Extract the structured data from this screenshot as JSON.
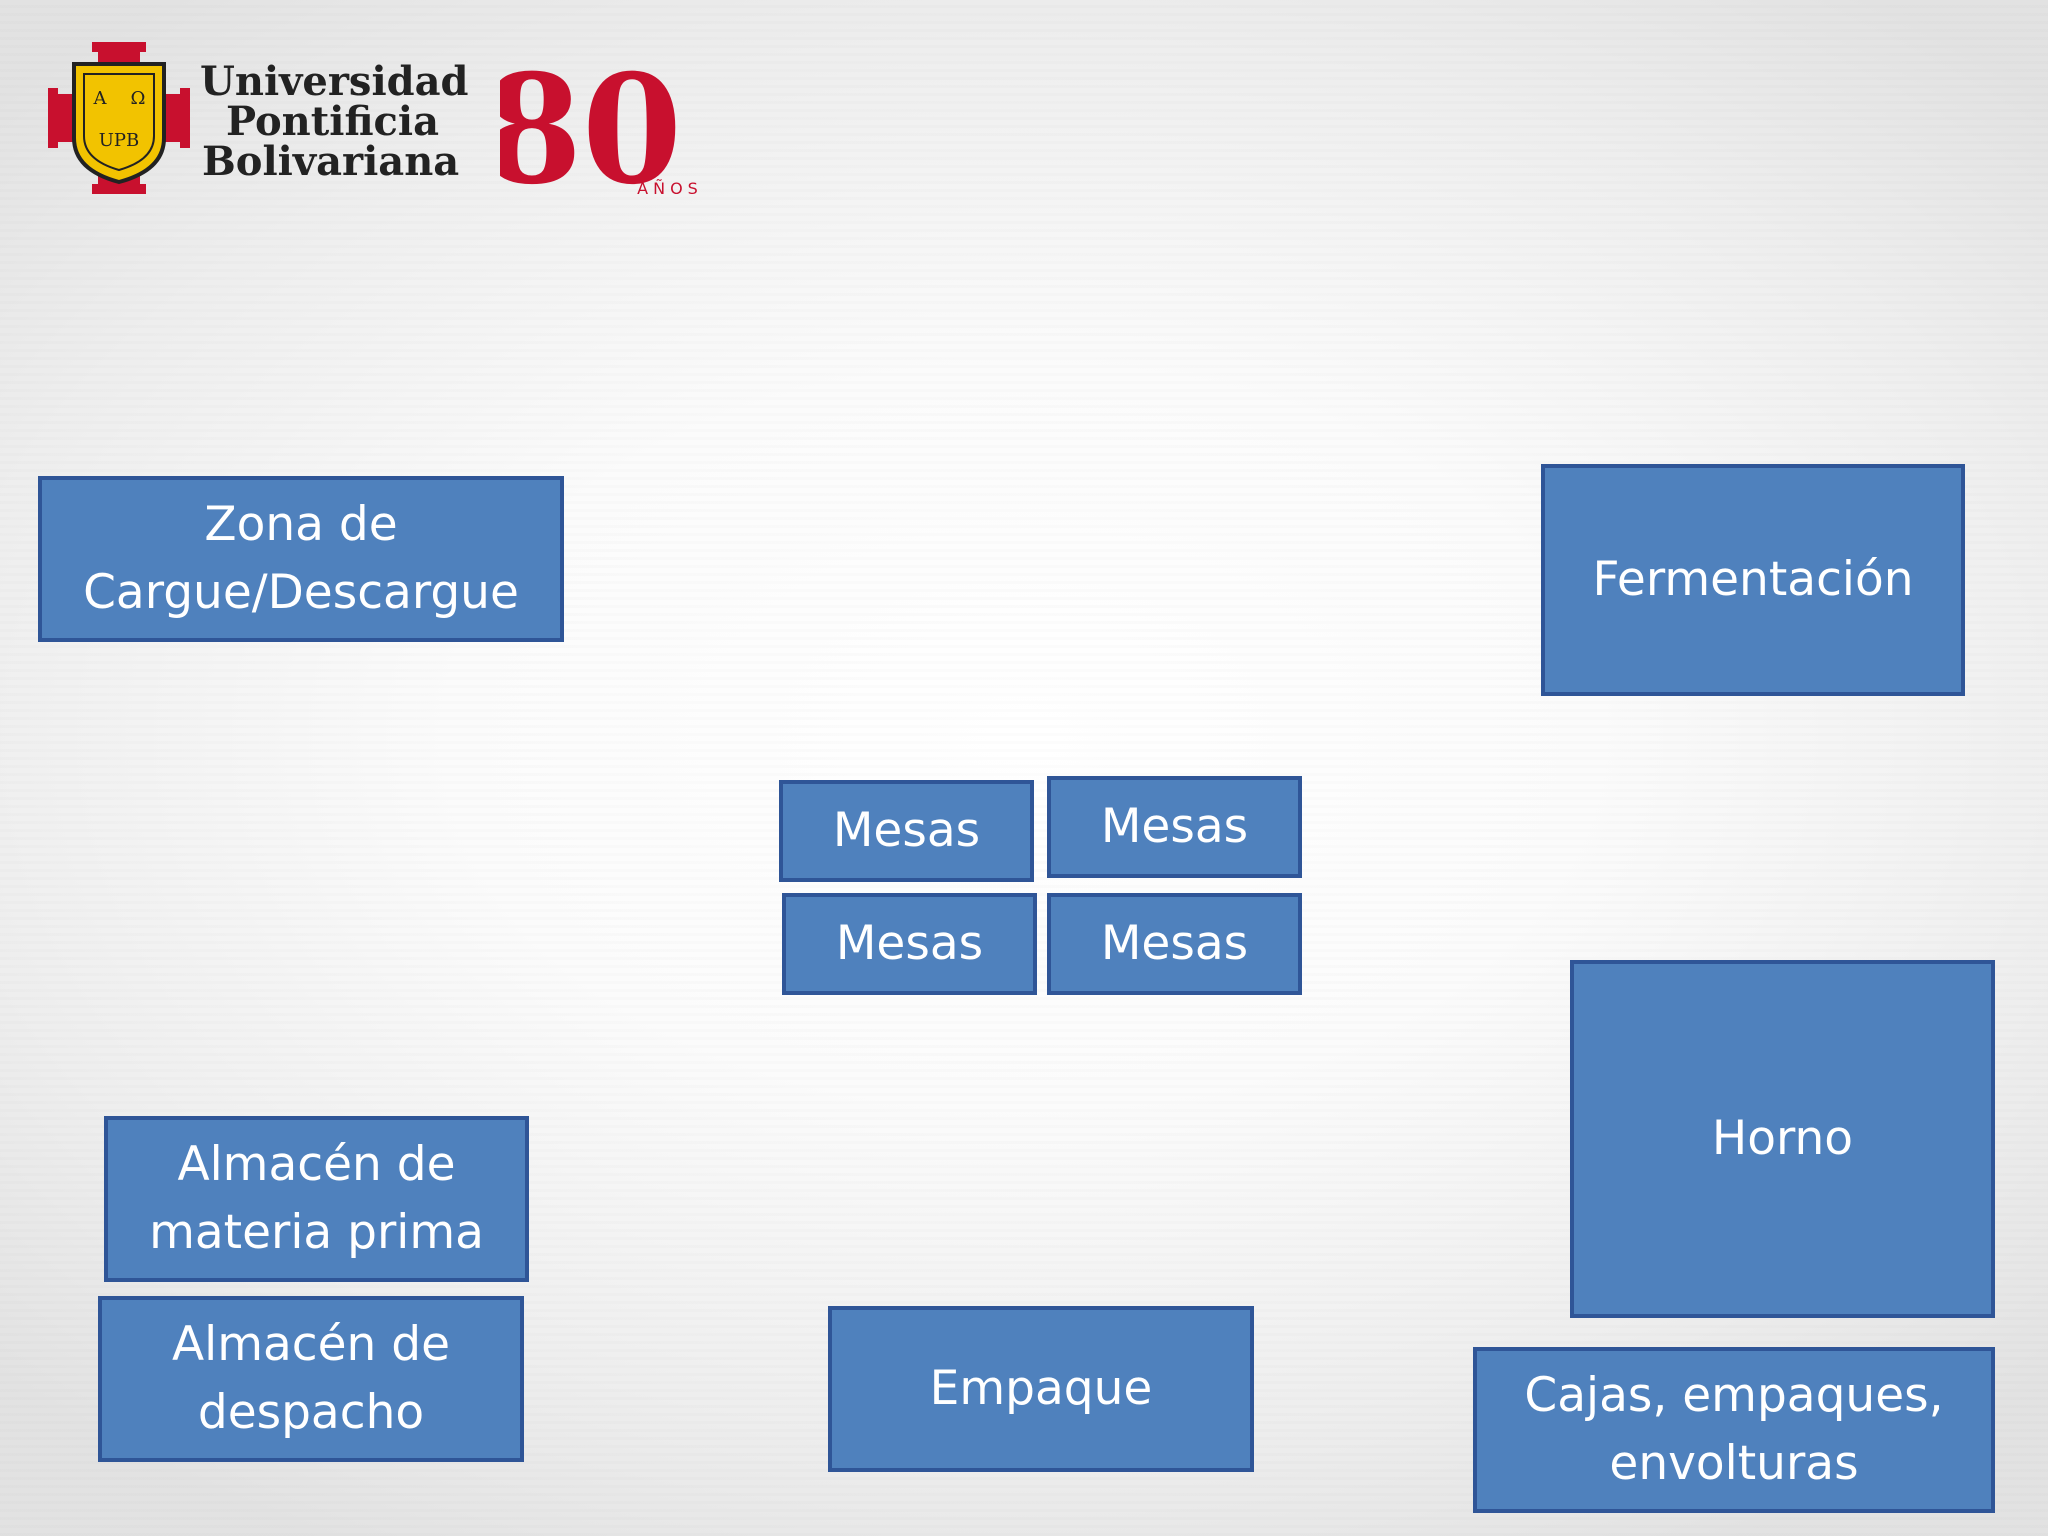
{
  "logo": {
    "university_name": [
      "Universidad",
      "Pontificia",
      "Bolivariana"
    ],
    "crest_letters": [
      "A",
      "Ω",
      "UPB"
    ],
    "anniversary_number": "80",
    "anniversary_label": "AÑOS"
  },
  "diagram": {
    "nodes": {
      "zona_cargue": "Zona de\nCargue/Descargue",
      "fermentacion": "Fermentación",
      "mesas_1": "Mesas",
      "mesas_2": "Mesas",
      "mesas_3": "Mesas",
      "mesas_4": "Mesas",
      "horno": "Horno",
      "almacen_materia_prima": "Almacén de\nmateria prima",
      "almacen_despacho": "Almacén de\ndespacho",
      "empaque": "Empaque",
      "cajas": "Cajas, empaques,\nenvolturas"
    },
    "colors": {
      "box_fill": "#4f81bd",
      "box_border": "#2f5597",
      "box_text": "#ffffff",
      "brand_red": "#c8102e",
      "brand_gold": "#f2c300"
    }
  }
}
